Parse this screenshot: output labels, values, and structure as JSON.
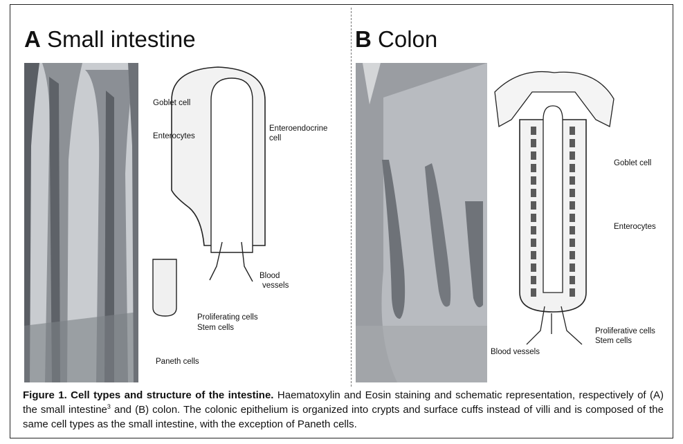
{
  "panel_a": {
    "letter": "A",
    "title": "Small intestine",
    "labels": {
      "goblet": "Goblet cell",
      "enterocytes": "Enterocytes",
      "enteroendocrine_1": "Enteroendocrine",
      "enteroendocrine_2": "cell",
      "blood_1": "Blood",
      "blood_2": "vessels",
      "proliferating": "Proliferating cells",
      "stem": "Stem cells",
      "paneth": "Paneth cells"
    }
  },
  "panel_b": {
    "letter": "B",
    "title": "Colon",
    "labels": {
      "goblet": "Goblet cell",
      "enterocytes": "Enterocytes",
      "proliferative": "Proliferative cells",
      "stem": "Stem cells",
      "blood": "Blood vessels"
    }
  },
  "caption": {
    "title": "Figure 1. Cell types and structure of the intestine.",
    "text_1": " Haematoxylin and Eosin staining and schematic representation, respectively of (A) the small intestine",
    "ref": "3",
    "text_2": " and (B) colon. The colonic epithelium is organized into crypts and surface cuffs instead of villi and is composed of the same cell types as the small intestine, with the exception of Paneth cells."
  }
}
